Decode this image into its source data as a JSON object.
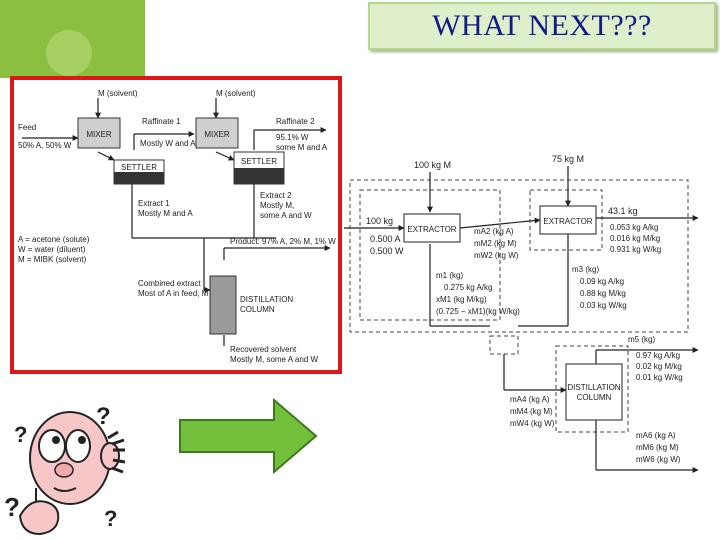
{
  "title": "WHAT NEXT???",
  "left_diagram": {
    "m_solvent_1": "M (solvent)",
    "m_solvent_2": "M (solvent)",
    "feed_label": "Feed",
    "feed_comp": "50% A, 50% W",
    "mixer_1": "MIXER",
    "mixer_2": "MIXER",
    "settler_1": "SETTLER",
    "settler_2": "SETTLER",
    "raffinate_1_title": "Raffinate 1",
    "raffinate_1_comp": "Mostly W and A",
    "raffinate_2_title": "Raffinate 2",
    "raffinate_2_line1": "95.1% W",
    "raffinate_2_line2": "some M and A",
    "extract_1_title": "Extract 1",
    "extract_1_comp": "Mostly M and A",
    "extract_2_title": "Extract 2",
    "extract_2_line1": "Mostly M,",
    "extract_2_line2": "some A and W",
    "legend_a": "A = acetone (solute)",
    "legend_w": "W = water (diluent)",
    "legend_m": "M = MIBK (solvent)",
    "product": "Product: 97% A, 2% M, 1% W",
    "combined_line1": "Combined extract",
    "combined_line2": "Most of A in feed, M",
    "distillation_line1": "DISTILLATION",
    "distillation_line2": "COLUMN",
    "recovered_line1": "Recovered solvent",
    "recovered_line2": "Mostly M, some A and W"
  },
  "right_diagram": {
    "m_in_1": "100 kg M",
    "m_in_2": "75 kg M",
    "feed_mass": "100 kg",
    "feed_a": "0.500 A",
    "feed_w": "0.500 W",
    "extractor_1": "EXTRACTOR",
    "extractor_2": "EXTRACTOR",
    "mA2": "mA2 (kg A)",
    "mM2": "mM2 (kg M)",
    "mW2": "mW2 (kg W)",
    "out_mass": "43.1 kg",
    "out_a": "0.053 kg A/kg",
    "out_m": "0.016 kg M/kg",
    "out_w": "0.931 kg W/kg",
    "m1": "m1 (kg)",
    "m1_a": "0.275 kg A/kg",
    "m1_m": "xM1 (kg M/kg)",
    "m1_w": "(0.725 − xM1)(kg W/kg)",
    "m3": "m3 (kg)",
    "m3_a": "0.09 kg A/kg",
    "m3_m": "0.88 kg M/kg",
    "m3_w": "0.03 kg W/kg",
    "m5": "m5 (kg)",
    "m5_a": "0.97 kg A/kg",
    "m5_m": "0.02 kg M/kg",
    "m5_w": "0.01 kg W/kg",
    "distillation_line1": "DISTILLATION",
    "distillation_line2": "COLUMN",
    "mA4": "mA4 (kg A)",
    "mM4": "mM4 (kg M)",
    "mW4": "mW4 (kg W)",
    "mA6": "mA6 (kg A)",
    "mM6": "mM6 (kg M)",
    "mW6": "mW6 (kg W)"
  },
  "cartoon": {
    "q1": "?",
    "q2": "?",
    "q3": "?",
    "q4": "?"
  },
  "colors": {
    "green_block": "#8cbf40",
    "title_text": "#0e1a86",
    "frame_red": "#e01616",
    "arrow_green": "#74c03c"
  }
}
